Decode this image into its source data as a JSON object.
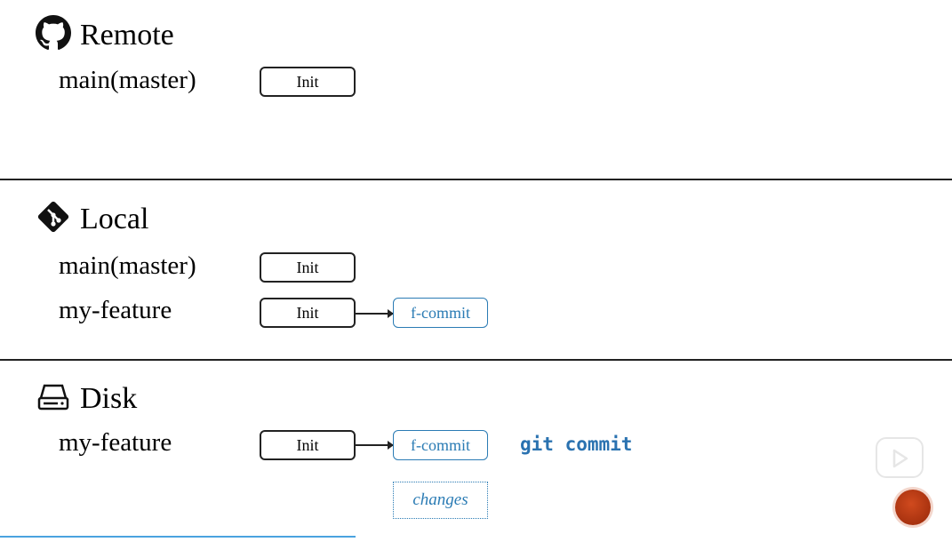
{
  "remote": {
    "title": "Remote",
    "icon": "github-icon",
    "branches": [
      {
        "name": "main(master)",
        "commits": [
          "Init"
        ]
      }
    ]
  },
  "local": {
    "title": "Local",
    "icon": "git-icon",
    "branches": [
      {
        "name": "main(master)",
        "commits": [
          "Init"
        ]
      },
      {
        "name": "my-feature",
        "commits": [
          "Init",
          "f-commit"
        ]
      }
    ]
  },
  "disk": {
    "title": "Disk",
    "icon": "hard-drive-icon",
    "branches": [
      {
        "name": "my-feature",
        "commits": [
          "Init",
          "f-commit"
        ]
      }
    ],
    "command": "git commit",
    "changes_label": "changes"
  },
  "overlay": {
    "play_icon": "play-icon",
    "record_icon": "record-button-icon"
  },
  "colors": {
    "accent": "#2a7bb4",
    "command": "#2a72b0",
    "divider": "#222222",
    "bottom_line": "#4aa3df",
    "record": "#b8391a"
  }
}
